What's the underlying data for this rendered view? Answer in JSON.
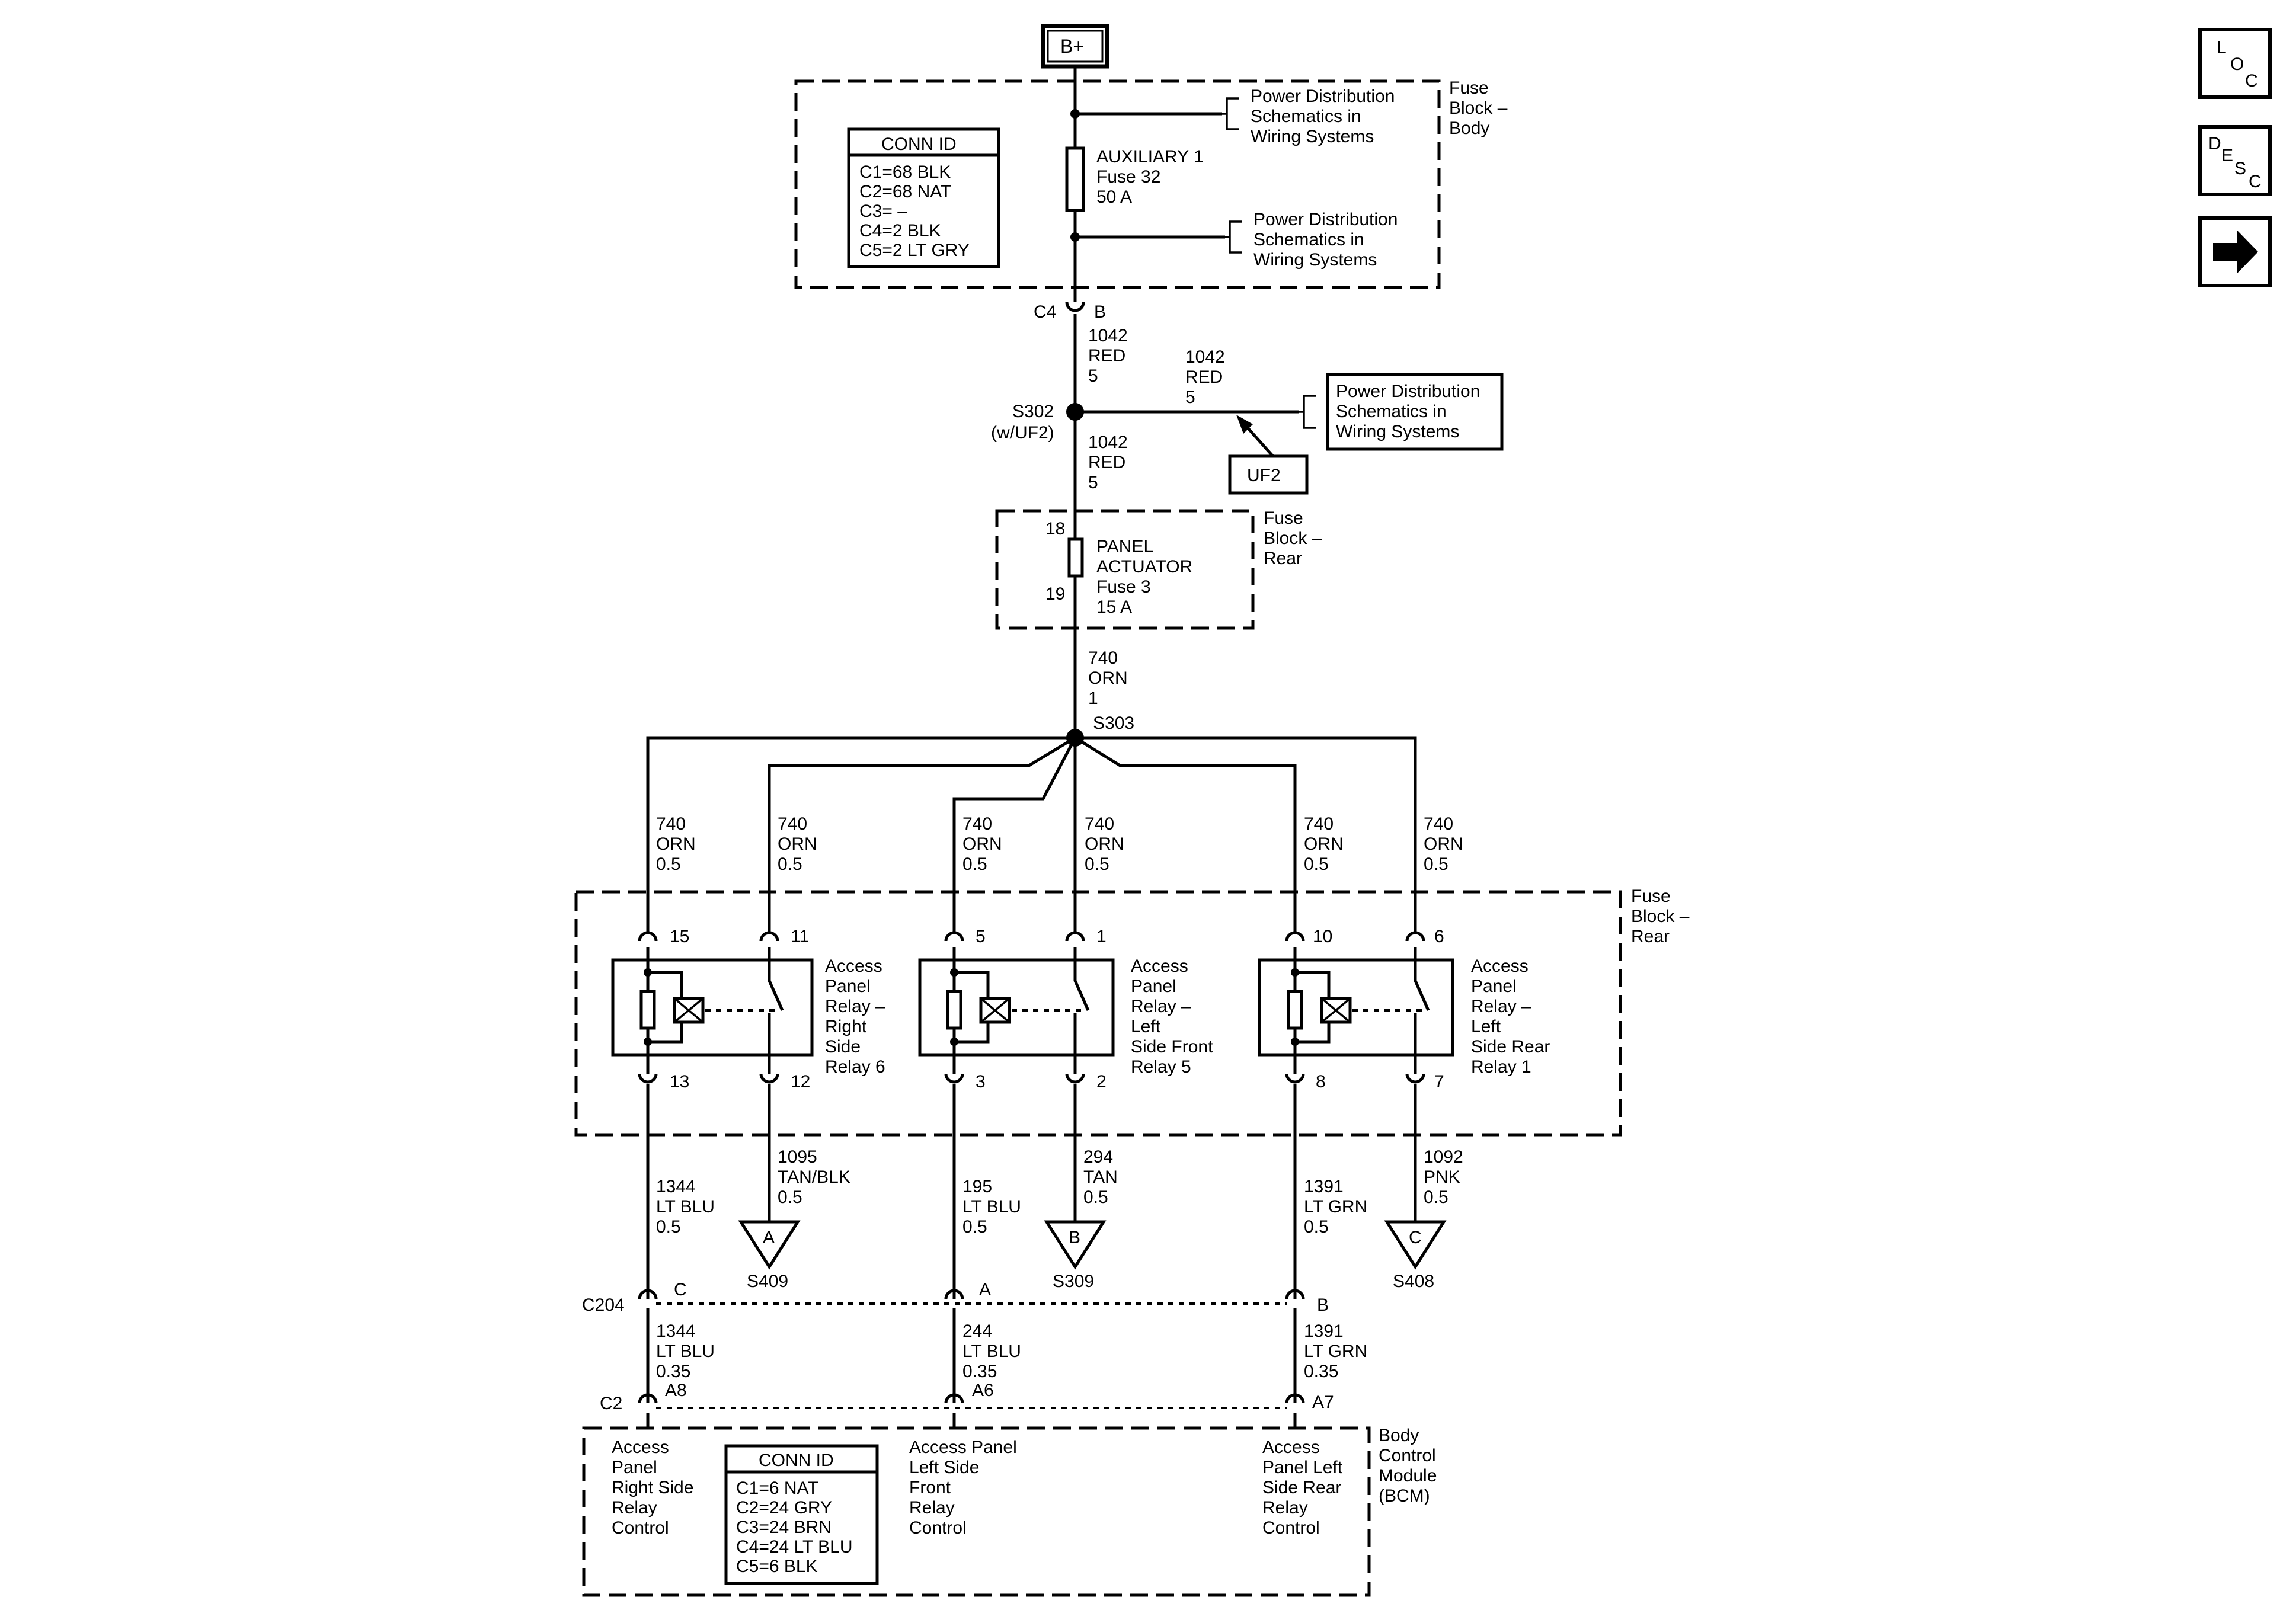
{
  "battery": {
    "label": "B+"
  },
  "nav": {
    "loc": [
      "L",
      "O",
      "C"
    ],
    "desc": [
      "D",
      "E",
      "S",
      "C"
    ],
    "arrow_icon": "right-arrow-icon"
  },
  "fuse_block_body": {
    "label": [
      "Fuse",
      "Block –",
      "Body"
    ],
    "conn_id": {
      "title": "CONN ID",
      "rows": [
        "C1=68 BLK",
        "C2=68 NAT",
        "C3= –",
        "C4=2 BLK",
        "C5=2 LT GRY"
      ]
    },
    "fuse": [
      "AUXILIARY 1",
      "Fuse 32",
      "50 A"
    ],
    "ref1": [
      "Power Distribution",
      "Schematics in",
      "Wiring Systems"
    ],
    "ref2": [
      "Power Distribution",
      "Schematics in",
      "Wiring Systems"
    ],
    "connector": {
      "id": "C4",
      "pin": "B"
    }
  },
  "wire_1042_a": [
    "1042",
    "RED",
    "5"
  ],
  "wire_1042_b": [
    "1042",
    "RED",
    "5"
  ],
  "wire_1042_c": [
    "1042",
    "RED",
    "5"
  ],
  "splice_s302": [
    "S302",
    "(w/UF2)"
  ],
  "ref3": [
    "Power Distribution",
    "Schematics in",
    "Wiring Systems"
  ],
  "uf2": "UF2",
  "fuse_block_rear_top": {
    "label": [
      "Fuse",
      "Block –",
      "Rear"
    ],
    "pin_in": "18",
    "pin_out": "19",
    "fuse": [
      "PANEL",
      "ACTUATOR",
      "Fuse 3",
      "15 A"
    ]
  },
  "wire_740_main": [
    "740",
    "ORN",
    "1"
  ],
  "splice_s303": "S303",
  "branch_wires": [
    [
      "740",
      "ORN",
      "0.5"
    ],
    [
      "740",
      "ORN",
      "0.5"
    ],
    [
      "740",
      "ORN",
      "0.5"
    ],
    [
      "740",
      "ORN",
      "0.5"
    ],
    [
      "740",
      "ORN",
      "0.5"
    ],
    [
      "740",
      "ORN",
      "0.5"
    ]
  ],
  "fuse_block_rear_relays": {
    "label": [
      "Fuse",
      "Block –",
      "Rear"
    ],
    "relays": [
      {
        "pins_top": [
          "15",
          "11"
        ],
        "pins_bottom": [
          "13",
          "12"
        ],
        "label": [
          "Access",
          "Panel",
          "Relay –",
          "Right",
          "Side",
          "Relay 6"
        ]
      },
      {
        "pins_top": [
          "5",
          "1"
        ],
        "pins_bottom": [
          "3",
          "2"
        ],
        "label": [
          "Access",
          "Panel",
          "Relay –",
          "Left",
          "Side Front",
          "Relay 5"
        ]
      },
      {
        "pins_top": [
          "10",
          "6"
        ],
        "pins_bottom": [
          "8",
          "7"
        ],
        "label": [
          "Access",
          "Panel",
          "Relay –",
          "Left",
          "Side Rear",
          "Relay 1"
        ]
      }
    ]
  },
  "out_wires": [
    [
      "1344",
      "LT BLU",
      "0.5"
    ],
    [
      "1095",
      "TAN/BLK",
      "0.5"
    ],
    [
      "195",
      "LT BLU",
      "0.5"
    ],
    [
      "294",
      "TAN",
      "0.5"
    ],
    [
      "1391",
      "LT GRN",
      "0.5"
    ],
    [
      "1092",
      "PNK",
      "0.5"
    ]
  ],
  "grounds": [
    {
      "letter": "A",
      "splice": "S409"
    },
    {
      "letter": "B",
      "splice": "S309"
    },
    {
      "letter": "C",
      "splice": "S408"
    }
  ],
  "c204": {
    "id": "C204",
    "pins": [
      "C",
      "A",
      "B"
    ]
  },
  "bcm_wires": [
    [
      "1344",
      "LT BLU",
      "0.35"
    ],
    [
      "244",
      "LT BLU",
      "0.35"
    ],
    [
      "1391",
      "LT GRN",
      "0.35"
    ]
  ],
  "bcm": {
    "connector": "C2",
    "pins": [
      "A8",
      "A6",
      "A7"
    ],
    "label": [
      "Body",
      "Control",
      "Module",
      "(BCM)"
    ],
    "conn_id": {
      "title": "CONN ID",
      "rows": [
        "C1=6 NAT",
        "C2=24 GRY",
        "C3=24 BRN",
        "C4=24 LT BLU",
        "C5=6 BLK"
      ]
    },
    "inputs": [
      [
        "Access",
        "Panel",
        "Right Side",
        "Relay",
        "Control"
      ],
      [
        "Access Panel",
        "Left Side",
        "Front",
        "Relay",
        "Control"
      ],
      [
        "Access",
        "Panel Left",
        "Side Rear",
        "Relay",
        "Control"
      ]
    ]
  }
}
